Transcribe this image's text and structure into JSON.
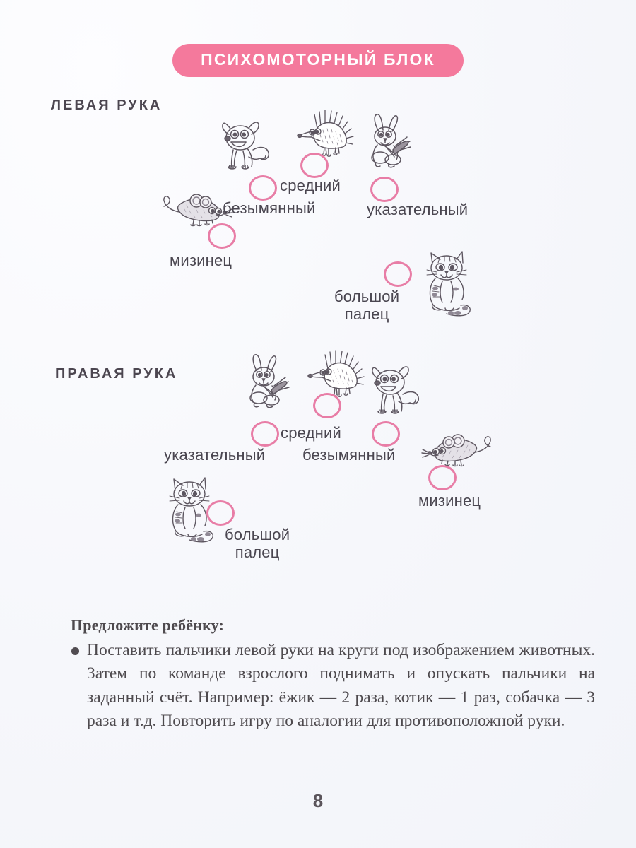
{
  "header": {
    "badge_label": "ПСИХОМОТОРНЫЙ БЛОК",
    "badge_color": "#f4799c",
    "badge_text_color": "#ffffff"
  },
  "colors": {
    "circle_ring": "#e87da6",
    "heading_text": "#4c4650",
    "label_text": "#4a4650",
    "body_text": "#4e4a4e",
    "page_background": "#f7f8fc",
    "sketch_ink": "#5d5660"
  },
  "sections": [
    {
      "id": "left-hand",
      "heading": "ЛЕВАЯ  РУКА",
      "animals": [
        "dog",
        "hedgehog",
        "bunny",
        "mouse",
        "cat"
      ],
      "fingers": [
        {
          "id": "sredniy",
          "label": "средний",
          "animal": "hedgehog"
        },
        {
          "id": "bezymyannyy",
          "label": "безымянный",
          "animal": "dog"
        },
        {
          "id": "ukazatelnyy",
          "label": "указательный",
          "animal": "bunny"
        },
        {
          "id": "mizinec",
          "label": "мизинец",
          "animal": "mouse"
        },
        {
          "id": "bolshoy-palec",
          "label": "большой\nпалец",
          "animal": "cat"
        }
      ]
    },
    {
      "id": "right-hand",
      "heading": "ПРАВАЯ  РУКА",
      "animals": [
        "bunny",
        "hedgehog",
        "dog",
        "mouse",
        "cat"
      ],
      "fingers": [
        {
          "id": "sredniy",
          "label": "средний",
          "animal": "hedgehog"
        },
        {
          "id": "ukazatelnyy",
          "label": "указательный",
          "animal": "bunny"
        },
        {
          "id": "bezymyannyy",
          "label": "безымянный",
          "animal": "dog"
        },
        {
          "id": "mizinec",
          "label": "мизинец",
          "animal": "mouse"
        },
        {
          "id": "bolshoy-palec",
          "label": "большой\nпалец",
          "animal": "cat"
        }
      ]
    }
  ],
  "instructions": {
    "title": "Предложите ребёнку:",
    "bullet_text": "Поставить пальчики левой руки на круги под изображением животных. Затем по команде взрослого поднимать и опускать пальчики на заданный счёт. Например: ёжик — 2 раза, котик — 1 раз, собачка  — 3 раза и т.д. Повторить игру по аналогии для противоположной руки."
  },
  "footer": {
    "page_number": "8"
  }
}
